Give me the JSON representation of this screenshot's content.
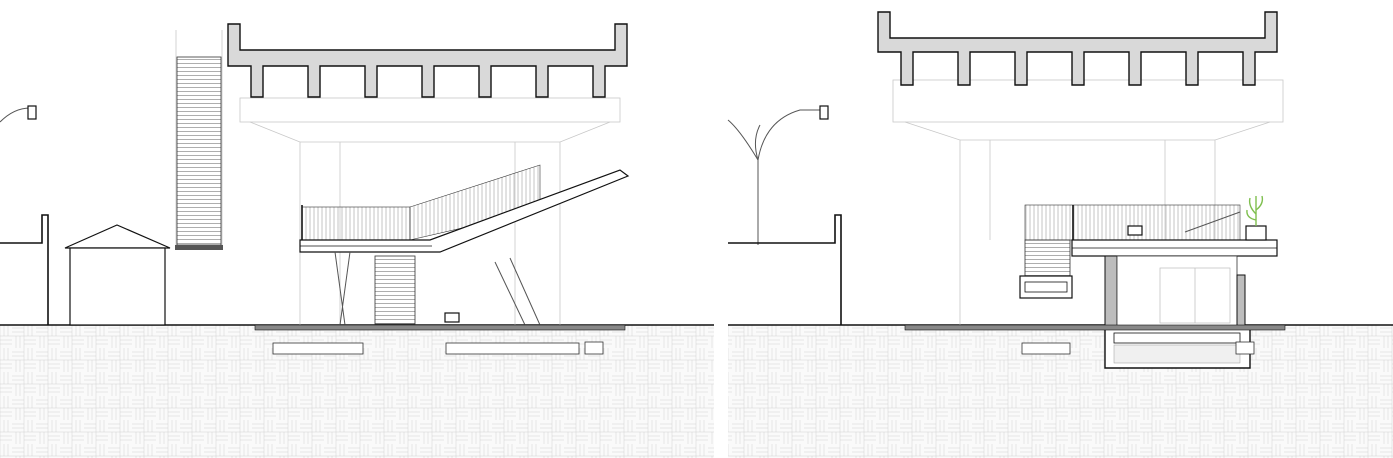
{
  "drawing": {
    "type": "architectural-section",
    "panels": [
      {
        "id": "left",
        "description_shown": ""
      },
      {
        "id": "right",
        "description_shown": ""
      }
    ],
    "colors": {
      "line": "#111111",
      "light_line": "#c8c8c8",
      "concrete_fill": "#d9d9d9",
      "ground_fill": "#f4f4f4",
      "planter_green": "#7fbf4f"
    },
    "icons": [
      "street-lamp-icon",
      "plant-icon",
      "bench-icon"
    ]
  }
}
